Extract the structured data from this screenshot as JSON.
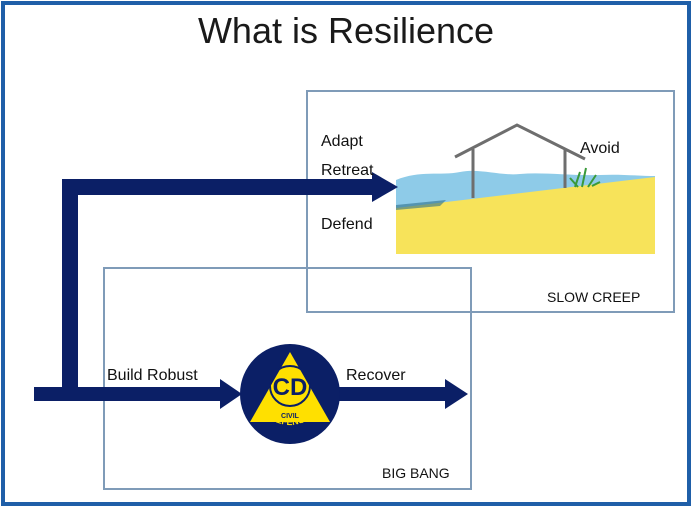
{
  "title": "What is Resilience",
  "slow_creep": {
    "box_label": "SLOW CREEP",
    "options": [
      "Adapt",
      "Retreat",
      "Defend",
      "Avoid"
    ]
  },
  "big_bang": {
    "box_label": "BIG BANG",
    "before_label": "Build Robust",
    "after_label": "Recover"
  },
  "badge": {
    "letters": "CD",
    "line1": "CIVIL",
    "line2": "DEFENCE"
  },
  "colors": {
    "outer_border": "#1f5fa8",
    "arrow": "#0b1f66",
    "box_border": "#7f9bb8",
    "sea": "#8ecbe8",
    "land": "#f7e35a",
    "badge_yellow": "#ffe000",
    "badge_navy": "#0b1f66"
  }
}
